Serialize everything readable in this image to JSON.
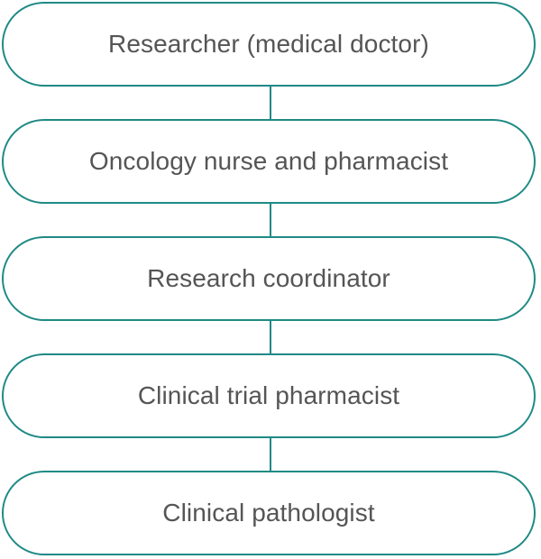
{
  "flow": {
    "steps": [
      {
        "label": "Researcher (medical doctor)"
      },
      {
        "label": "Oncology nurse and pharmacist"
      },
      {
        "label": "Research coordinator"
      },
      {
        "label": "Clinical trial pharmacist"
      },
      {
        "label": "Clinical pathologist"
      }
    ]
  },
  "colors": {
    "accent": "#1f8a85",
    "text": "#555555",
    "background": "#ffffff"
  }
}
